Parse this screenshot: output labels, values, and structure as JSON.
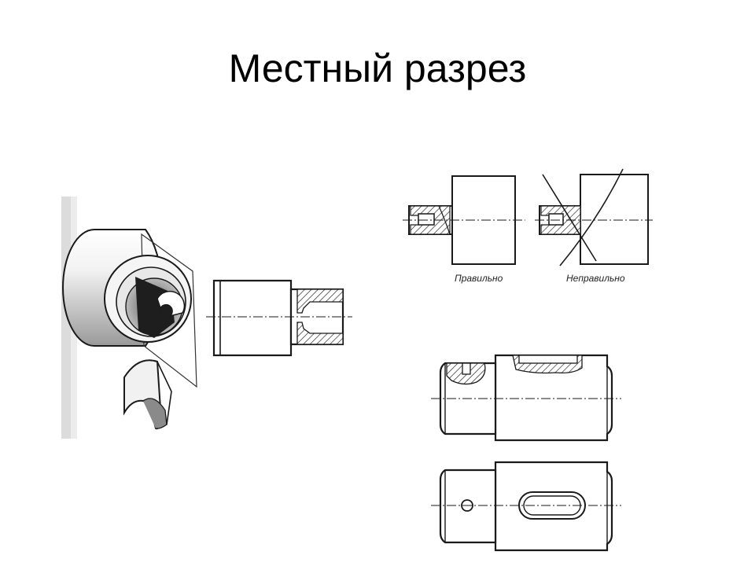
{
  "slide": {
    "title": "Местный разрез"
  },
  "labels": {
    "correct": "Правильно",
    "incorrect": "Неправильно"
  },
  "colors": {
    "ink": "#1a1a1a",
    "scan_gray": "#dcdcdc",
    "hatch": "#222222"
  }
}
